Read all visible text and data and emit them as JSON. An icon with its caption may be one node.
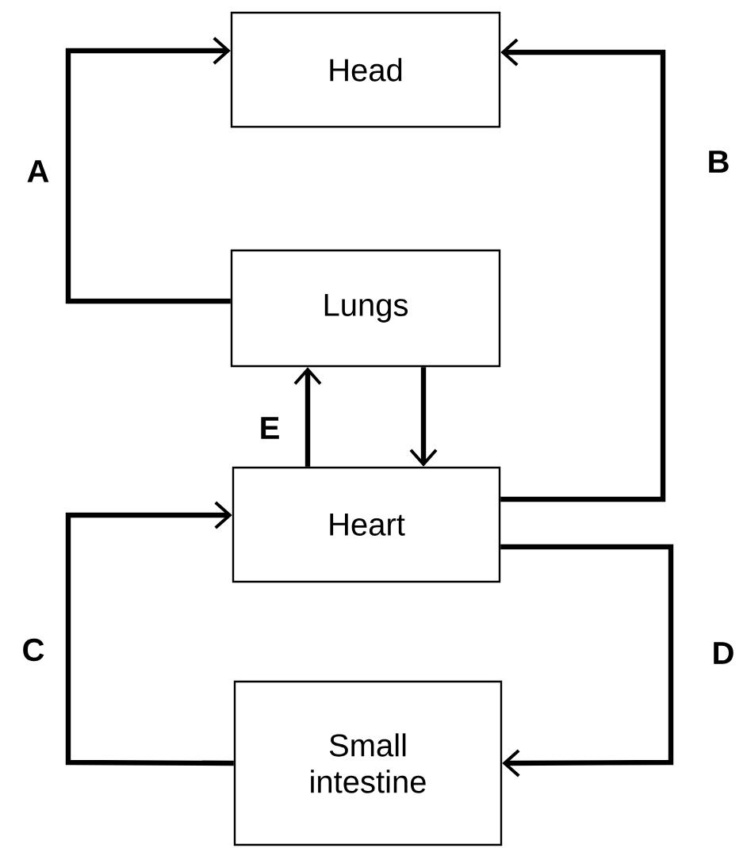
{
  "diagram": {
    "nodes": [
      {
        "text": [
          "Head"
        ]
      },
      {
        "text": [
          "Lungs"
        ]
      },
      {
        "text": [
          "Heart"
        ]
      },
      {
        "text": [
          "Small intestine"
        ]
      }
    ],
    "edges": [
      {
        "from": 1,
        "to": 0,
        "arrow": "to",
        "label": "A"
      },
      {
        "from": 2,
        "to": 0,
        "arrow": "to",
        "label": "B"
      },
      {
        "from": 3,
        "to": 2,
        "arrow": "to",
        "label": "C"
      },
      {
        "from": 2,
        "to": 3,
        "arrow": "to",
        "label": "D"
      },
      {
        "from": 2,
        "to": 1,
        "arrow": "to",
        "label": "E"
      },
      {
        "from": 1,
        "to": 2,
        "arrow": "to"
      }
    ]
  }
}
